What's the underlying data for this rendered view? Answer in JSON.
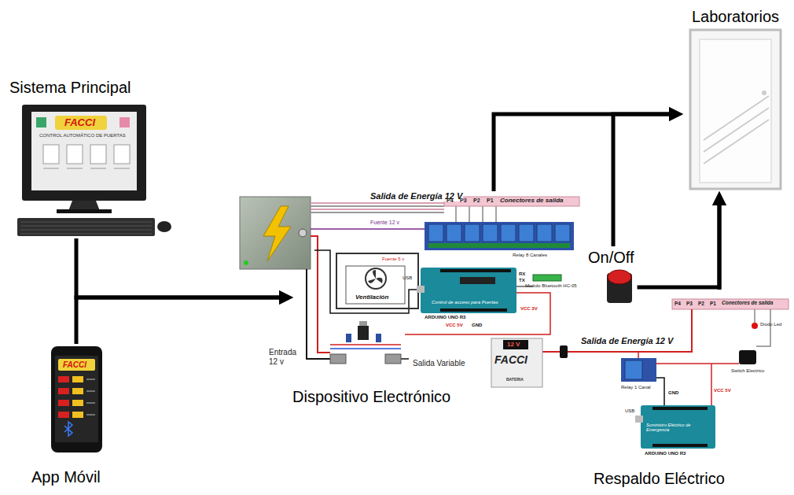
{
  "diagram": {
    "nodes": [
      {
        "text": [
          "Laboratorios"
        ]
      },
      {
        "text": [
          "Sistema Principal"
        ]
      },
      {
        "text": [
          "On/Off"
        ]
      },
      {
        "text": [
          "Dispositivo Electrónico"
        ]
      },
      {
        "text": [
          "App Móvil"
        ]
      },
      {
        "text": [
          "Respaldo Eléctrico"
        ]
      }
    ],
    "edges": [
      {
        "from": 1,
        "to": 3,
        "arrow": "to"
      },
      {
        "from": 4,
        "to": 3,
        "arrow": "to"
      },
      {
        "from": 3,
        "to": 0,
        "arrow": "to"
      },
      {
        "from": 2,
        "to": 0,
        "arrow": "to"
      },
      {
        "from": 2,
        "to": 0,
        "arrow": "to"
      },
      {
        "from": 5,
        "to": 0,
        "arrow": "to"
      }
    ],
    "labels": [
      "FACCI",
      "CONTROL AUTOMÁTICO DE PUERTAS",
      "FACCI",
      "Salida de Energía 12 V",
      "P4",
      "P3",
      "P2",
      "P1",
      "Conectores de salida",
      "Fuente 12 v",
      "Relay 8 Canales",
      "Fuente 5 v",
      "Ventilación",
      "USB",
      "RX",
      "TX",
      "Modulo Bluetooth HC-05",
      "Control de acceso para Puertas",
      "ARDUINO UNO R3",
      "VCC 5V",
      "GND",
      "VCC 3V",
      "Entrada 12 v",
      "Salida Variable",
      "P4",
      "P3",
      "P2",
      "P1",
      "Conectores de salida",
      "Diodo Led",
      "12 V",
      "FACCI",
      "BATERIA",
      "Salida de Energía 12 V",
      "Relay 1 Canal",
      "Switch Electrico",
      "GND",
      "VCC 5V",
      "USB",
      "Suministro Eléctrico de Emergencia",
      "ARDUINO UNO R3"
    ]
  }
}
